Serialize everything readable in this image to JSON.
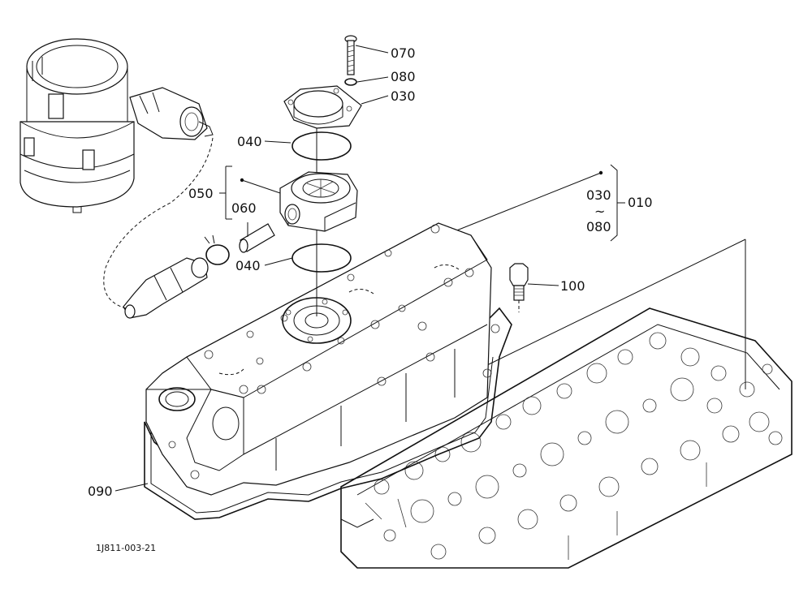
{
  "diagram": {
    "reference_code": "1J811-003-21",
    "callouts": [
      {
        "id": "070",
        "text": "070"
      },
      {
        "id": "080",
        "text": "080"
      },
      {
        "id": "030",
        "text": "030"
      },
      {
        "id": "040a",
        "text": "040"
      },
      {
        "id": "050",
        "text": "050"
      },
      {
        "id": "060",
        "text": "060"
      },
      {
        "id": "040b",
        "text": "040"
      },
      {
        "id": "090",
        "text": "090"
      },
      {
        "id": "100",
        "text": "100"
      },
      {
        "id": "010",
        "text": "010"
      }
    ],
    "range_group": {
      "from": "030",
      "tilde": "~",
      "to": "080"
    }
  }
}
